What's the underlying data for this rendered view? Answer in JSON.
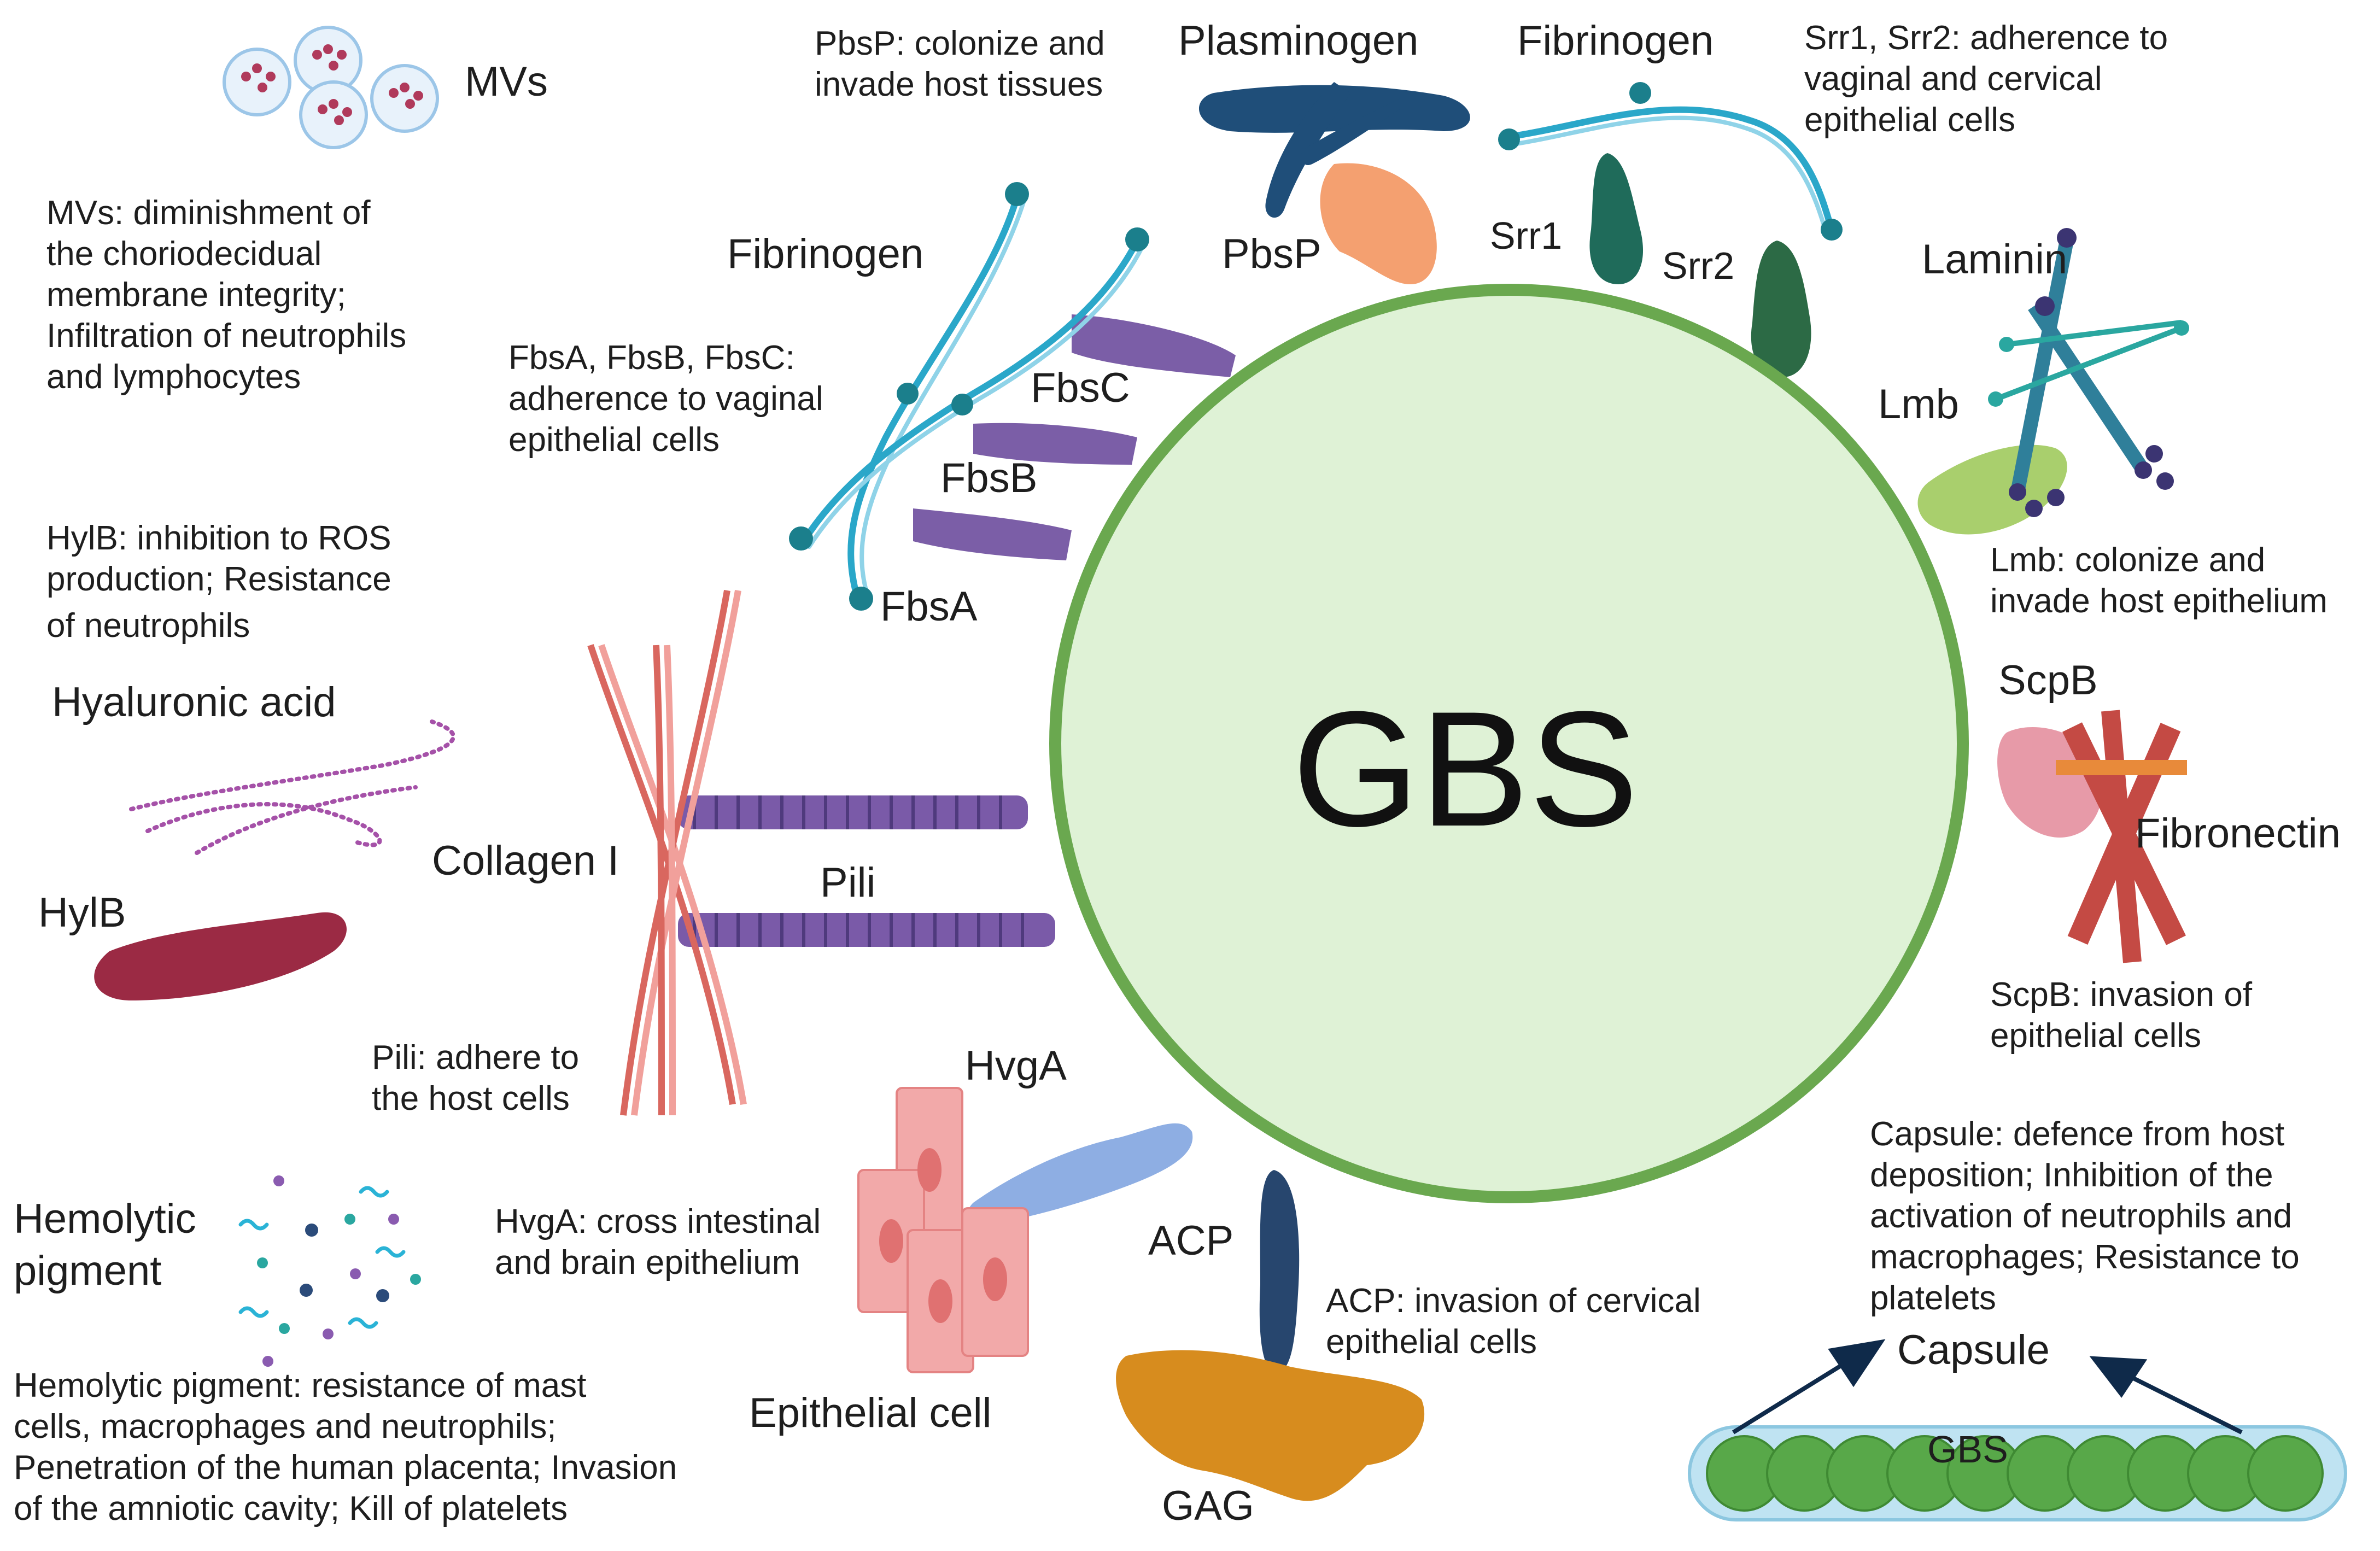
{
  "center": {
    "label": "GBS"
  },
  "labels": {
    "mvs": "MVs",
    "plasminogen": "Plasminogen",
    "fibrinogen_top": "Fibrinogen",
    "fibrinogen_left": "Fibrinogen",
    "pbsp": "PbsP",
    "srr1": "Srr1",
    "srr2": "Srr2",
    "laminin": "Laminin",
    "lmb": "Lmb",
    "fbsc": "FbsC",
    "fbsb": "FbsB",
    "fbsa": "FbsA",
    "hyaluronic_acid": "Hyaluronic acid",
    "hylb": "HylB",
    "collagen": "Collagen I",
    "pili": "Pili",
    "scpb": "ScpB",
    "fibronectin": "Fibronectin",
    "hvga": "HvgA",
    "epithelial_cell": "Epithelial cell",
    "acp": "ACP",
    "gag": "GAG",
    "hemolytic_pigment": [
      "Hemolytic",
      "pigment"
    ],
    "capsule": "Capsule",
    "capsule_gbs": "GBS"
  },
  "descriptions": {
    "pbsp": [
      "PbsP: colonize and",
      "invade host tissues"
    ],
    "srr": [
      "Srr1, Srr2: adherence to",
      "vaginal and cervical",
      "epithelial cells"
    ],
    "mvs": [
      "MVs: diminishment of",
      "the choriodecidual",
      "membrane integrity;",
      "Infiltration of neutrophils",
      "and lymphocytes"
    ],
    "fbs": [
      "FbsA, FbsB, FbsC:",
      "adherence to vaginal",
      "epithelial cells"
    ],
    "lmb": [
      "Lmb: colonize and",
      "invade host epithelium"
    ],
    "hylb": [
      "HylB: inhibition to ROS",
      "production;  Resistance",
      "of neutrophils"
    ],
    "scpb": [
      "ScpB: invasion of",
      " epithelial cells"
    ],
    "pili": [
      "Pili: adhere to",
      "the host cells"
    ],
    "capsule": [
      "Capsule: defence  from host",
      "deposition; Inhibition of the",
      "activation of neutrophils and",
      "macrophages; Resistance to",
      "platelets"
    ],
    "hvga": [
      "HvgA: cross intestinal",
      "and brain epithelium"
    ],
    "acp": [
      "ACP: invasion of cervical",
      "epithelial cells"
    ],
    "hemolytic": [
      "Hemolytic pigment: resistance of mast",
      "cells, macrophages and neutrophils;",
      "Penetration of the human placenta; Invasion",
      "of the amniotic cavity; Kill of platelets"
    ]
  },
  "colors": {
    "gbs_fill": "#dff2d6",
    "gbs_stroke": "#6aa84f",
    "fibrinogen": "#2aa7c9",
    "fbs": "#7b5ea7",
    "plasminogen": "#1f4e79",
    "pbsp": "#f4a070",
    "srr": "#1f6b5a",
    "laminin": "#3b3472",
    "lmb": "#a9cf6d",
    "collagen": "#d9675f",
    "pili": "#7a5aa8",
    "hylb": "#9b2a44",
    "scpb": "#e79aa8",
    "fibronectin": "#c44a44",
    "hvga": "#8eaee3",
    "epithelial": "#f2a9a9",
    "acp": "#27466e",
    "gag": "#d78c1e",
    "capsule_bead": "#58a849"
  }
}
